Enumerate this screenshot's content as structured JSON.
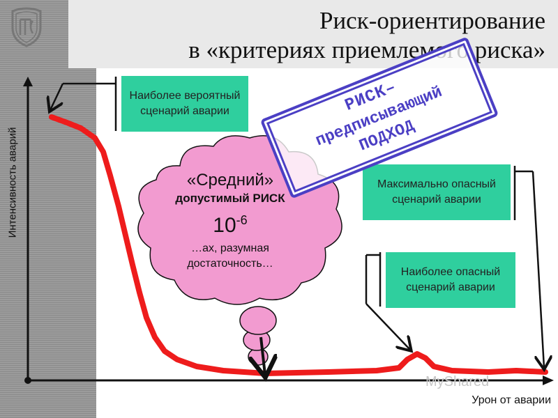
{
  "title": {
    "line1": "Риск-ориентирование",
    "line2": "в «критериях приемлемого риска»"
  },
  "axes": {
    "y_label": "Интенсивность аварий",
    "x_label": "Урон от аварии"
  },
  "boxes": {
    "most_probable": "Наиболее вероятный сценарий аварии",
    "max_dangerous": "Максимально опасный сценарий аварии",
    "most_dangerous": "Наиболее опасный сценарий аварии"
  },
  "cloud": {
    "line1": "«Средний»",
    "line2": "допустимый РИСК",
    "value_base": "10",
    "value_exp": "-6",
    "line4": "…ах, разумная достаточность…"
  },
  "stamp": {
    "line1": "РИСК–",
    "line2": "предписывающий",
    "line3": "ПОДХОД"
  },
  "watermark": "MyShared",
  "colors": {
    "curve": "#ee1c1c",
    "box_fill": "#2fcf9e",
    "cloud_fill": "#f29bd0",
    "stamp": "#4b3fc4"
  }
}
